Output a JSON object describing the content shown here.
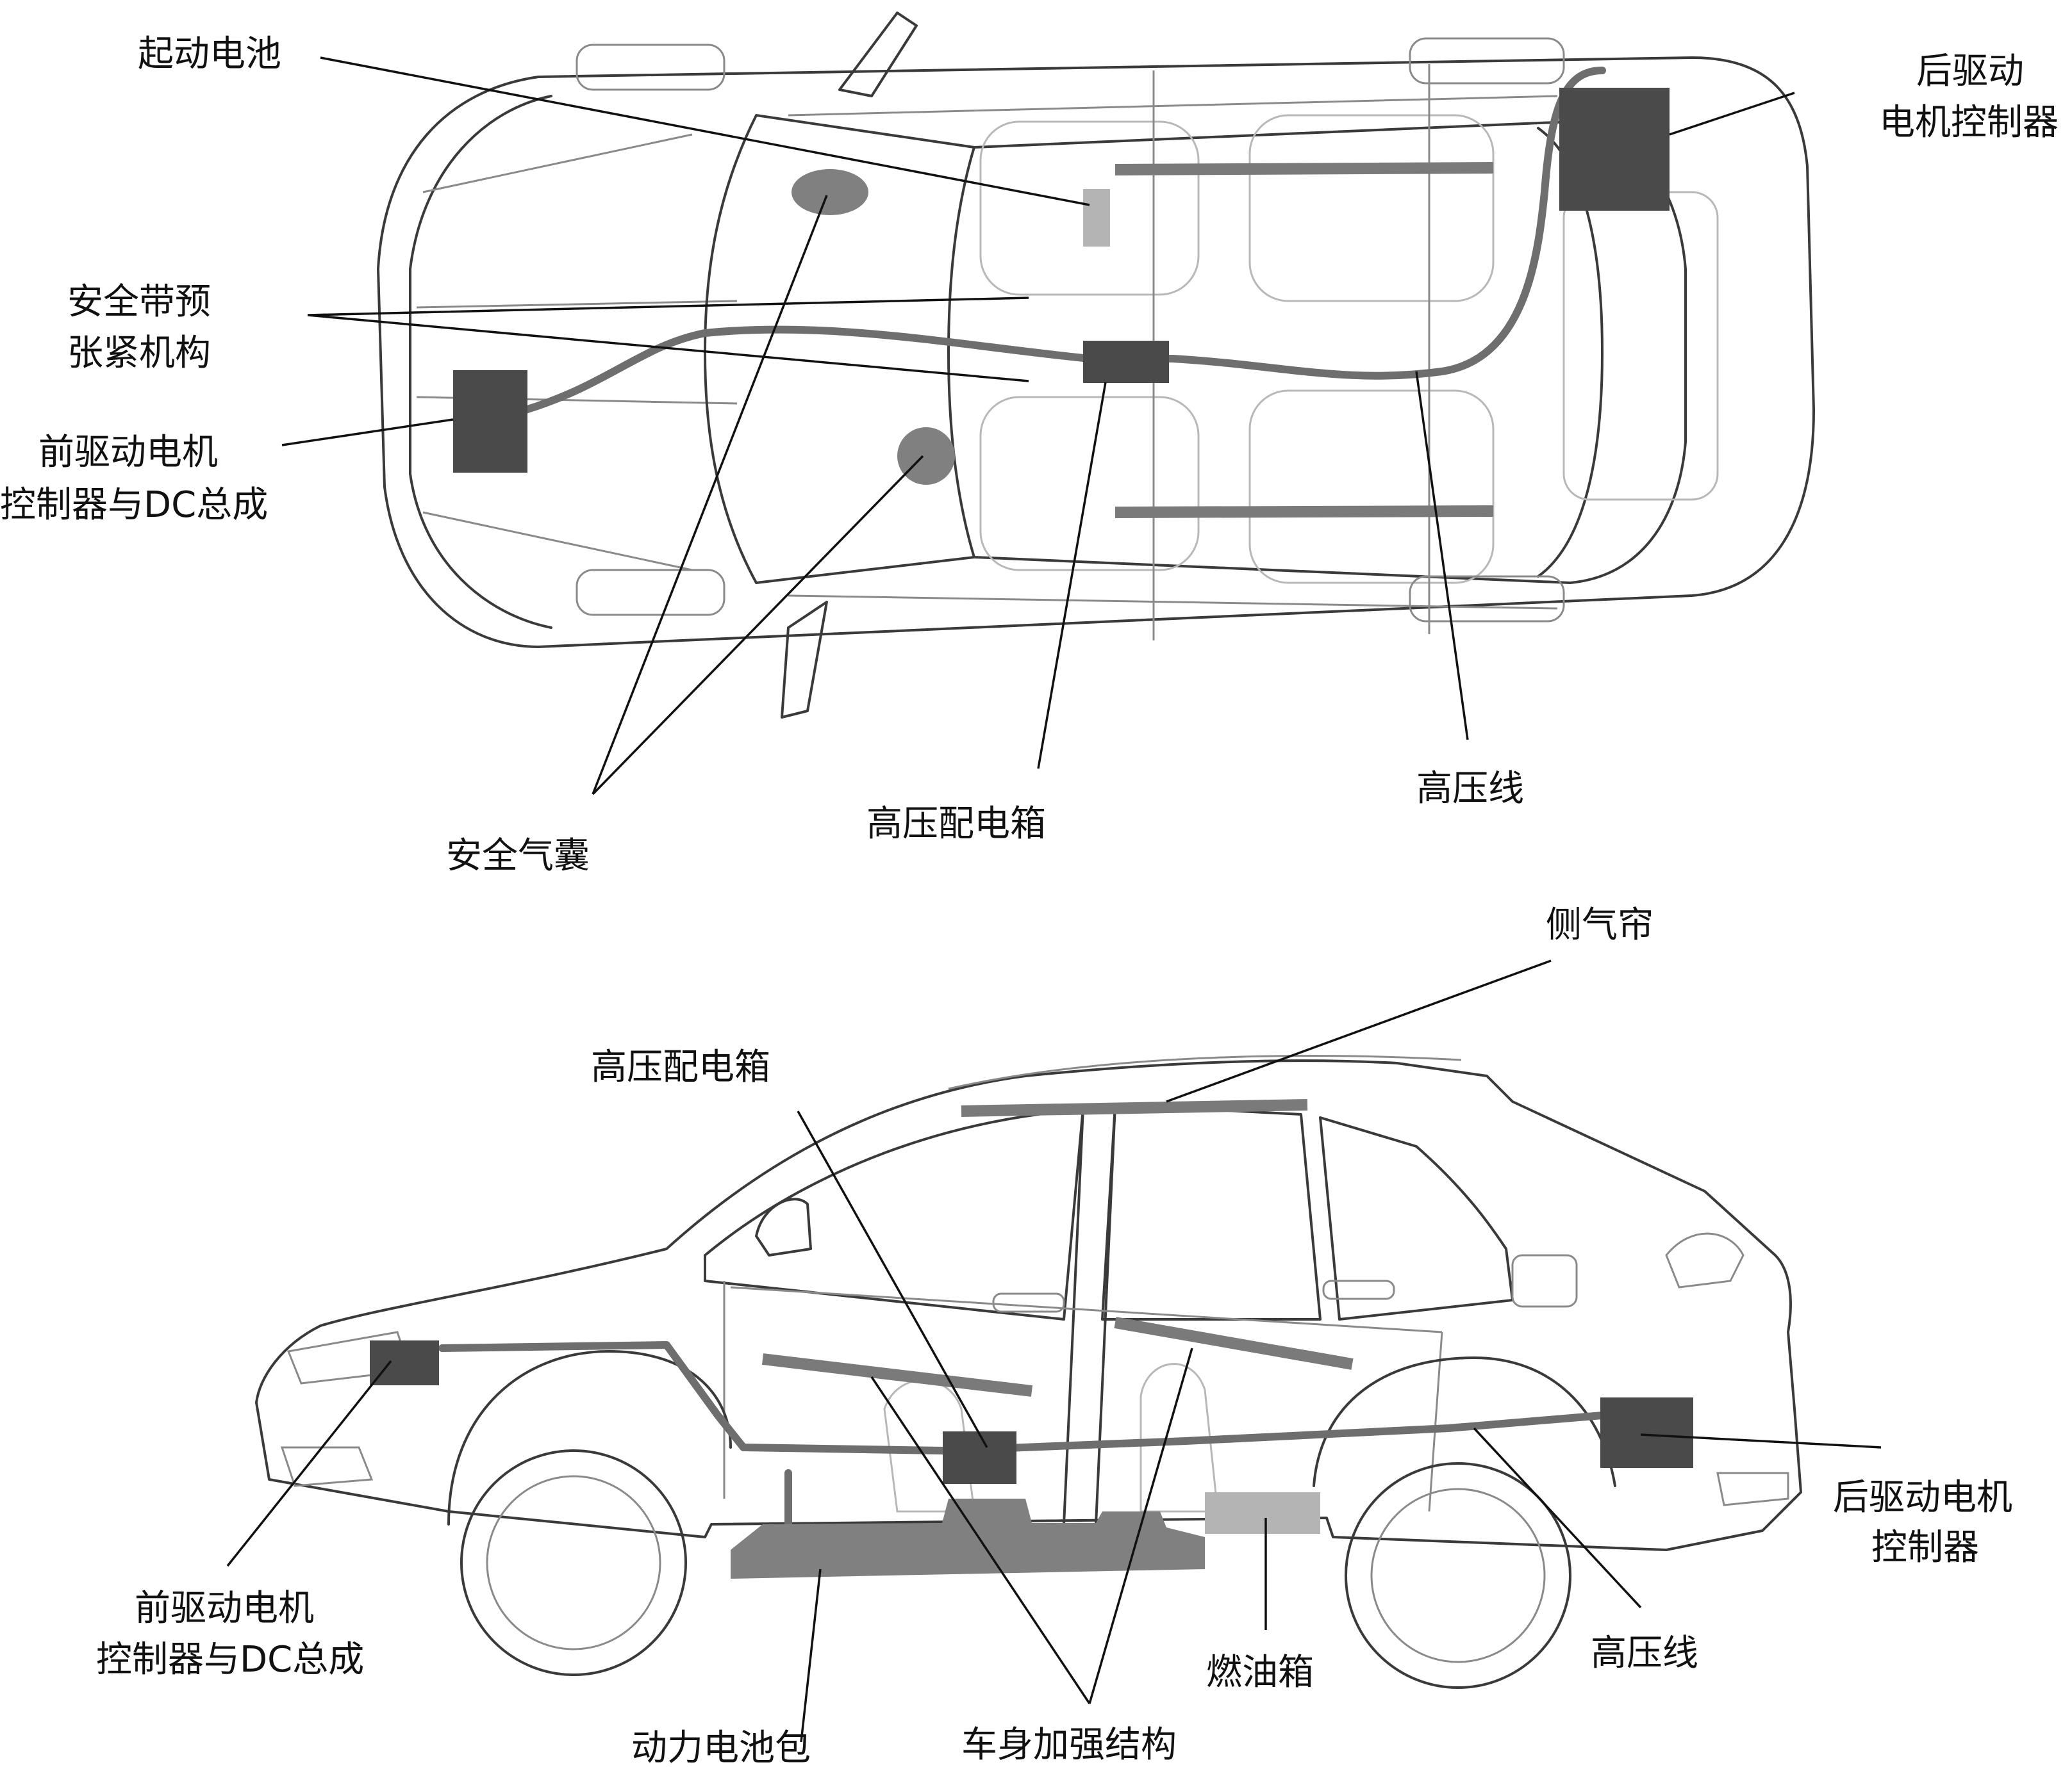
{
  "top_view": {
    "labels": {
      "start_battery": "起动电池",
      "rear_motor_controller_line1": "后驱动",
      "rear_motor_controller_line2": "电机控制器",
      "seatbelt_pretensioner_line1": "安全带预",
      "seatbelt_pretensioner_line2": "张紧机构",
      "front_motor_controller_line1": "前驱动电机",
      "front_motor_controller_line2": "控制器与DC总成",
      "airbag": "安全气囊",
      "hv_distribution_box": "高压配电箱",
      "hv_cable": "高压线"
    }
  },
  "side_view": {
    "labels": {
      "side_curtain": "侧气帘",
      "hv_distribution_box": "高压配电箱",
      "rear_motor_controller_line1": "后驱动电机",
      "rear_motor_controller_line2": "控制器",
      "front_motor_controller_line1": "前驱动电机",
      "front_motor_controller_line2": "控制器与DC总成",
      "fuel_tank": "燃油箱",
      "hv_cable": "高压线",
      "power_battery_pack": "动力电池包",
      "body_reinforcement": "车身加强结构"
    }
  },
  "colors": {
    "component_dark": "#4a4a4a",
    "component_mid": "#808080",
    "component_light": "#b4b4b4",
    "outline": "#3a3a3a",
    "text": "#111111"
  }
}
